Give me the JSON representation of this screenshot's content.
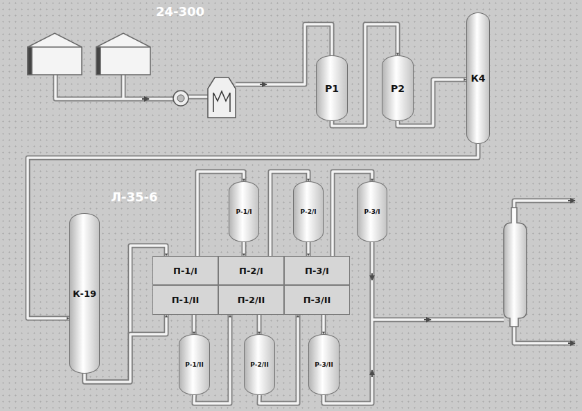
{
  "diagram": {
    "nodes": [
      {
        "text": [
          "Р1"
        ]
      },
      {
        "text": [
          "Р2"
        ]
      },
      {
        "text": [
          "К4"
        ]
      },
      {
        "text": [
          "К-19"
        ]
      },
      {
        "text": [
          "П-1/I"
        ]
      },
      {
        "text": [
          "П-2/I"
        ]
      },
      {
        "text": [
          "П-3/I"
        ]
      },
      {
        "text": [
          "П-1/II"
        ]
      },
      {
        "text": [
          "П-2/II"
        ]
      },
      {
        "text": [
          "П-3/II"
        ]
      },
      {
        "text": [
          "Р-1/I"
        ]
      },
      {
        "text": [
          "Р-2/I"
        ]
      },
      {
        "text": [
          "Р-3/I"
        ]
      },
      {
        "text": [
          "Р-1/II"
        ]
      },
      {
        "text": [
          "Р-2/II"
        ]
      },
      {
        "text": [
          "Р-3/II"
        ]
      }
    ],
    "edges": [
      {
        "from": 0,
        "to": 1,
        "arrow": "to"
      },
      {
        "from": 1,
        "to": 2,
        "arrow": "to"
      },
      {
        "from": 2,
        "to": 3,
        "arrow": "to"
      },
      {
        "from": 3,
        "to": 4,
        "arrow": "to"
      },
      {
        "from": 3,
        "to": 7,
        "arrow": "to"
      },
      {
        "from": 4,
        "to": 10,
        "arrow": "to"
      },
      {
        "from": 10,
        "to": 5,
        "arrow": "to"
      },
      {
        "from": 5,
        "to": 11,
        "arrow": "to"
      },
      {
        "from": 11,
        "to": 6,
        "arrow": "to"
      },
      {
        "from": 6,
        "to": 12,
        "arrow": "to"
      },
      {
        "from": 7,
        "to": 13,
        "arrow": "to"
      },
      {
        "from": 13,
        "to": 8,
        "arrow": "to"
      },
      {
        "from": 8,
        "to": 14,
        "arrow": "to"
      },
      {
        "from": 14,
        "to": 9,
        "arrow": "to"
      },
      {
        "from": 9,
        "to": 15,
        "arrow": "to"
      }
    ],
    "labels": [
      "24-300",
      "Л-35-6"
    ]
  }
}
